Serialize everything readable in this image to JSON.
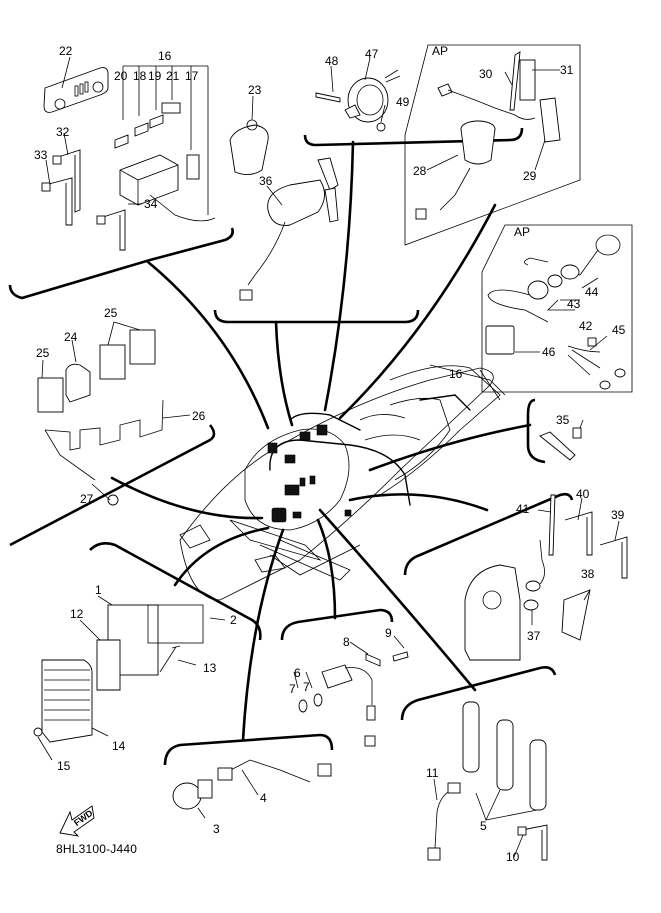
{
  "diagram": {
    "title_code": "8HL3100-J440",
    "direction_marker": "FWD",
    "panel_tags": [
      "AP",
      "AP"
    ],
    "callouts": {
      "c1": "1",
      "c2": "2",
      "c3": "3",
      "c4": "4",
      "c5": "5",
      "c6": "6",
      "c7a": "7",
      "c7b": "7",
      "c8": "8",
      "c9": "9",
      "c10": "10",
      "c11": "11",
      "c12": "12",
      "c13": "13",
      "c14": "14",
      "c15": "15",
      "c16a": "16",
      "c16b": "16",
      "c17": "17",
      "c18": "18",
      "c19": "19",
      "c20": "20",
      "c21": "21",
      "c22": "22",
      "c23": "23",
      "c24": "24",
      "c25a": "25",
      "c25b": "25",
      "c26": "26",
      "c27": "27",
      "c28": "28",
      "c29": "29",
      "c30": "30",
      "c31": "31",
      "c32": "32",
      "c33": "33",
      "c34": "34",
      "c35": "35",
      "c36": "36",
      "c37": "37",
      "c38": "38",
      "c39": "39",
      "c40": "40",
      "c41": "41",
      "c42": "42",
      "c43": "43",
      "c44": "44",
      "c45": "45",
      "c46": "46",
      "c47": "47",
      "c48": "48",
      "c49": "49"
    }
  }
}
